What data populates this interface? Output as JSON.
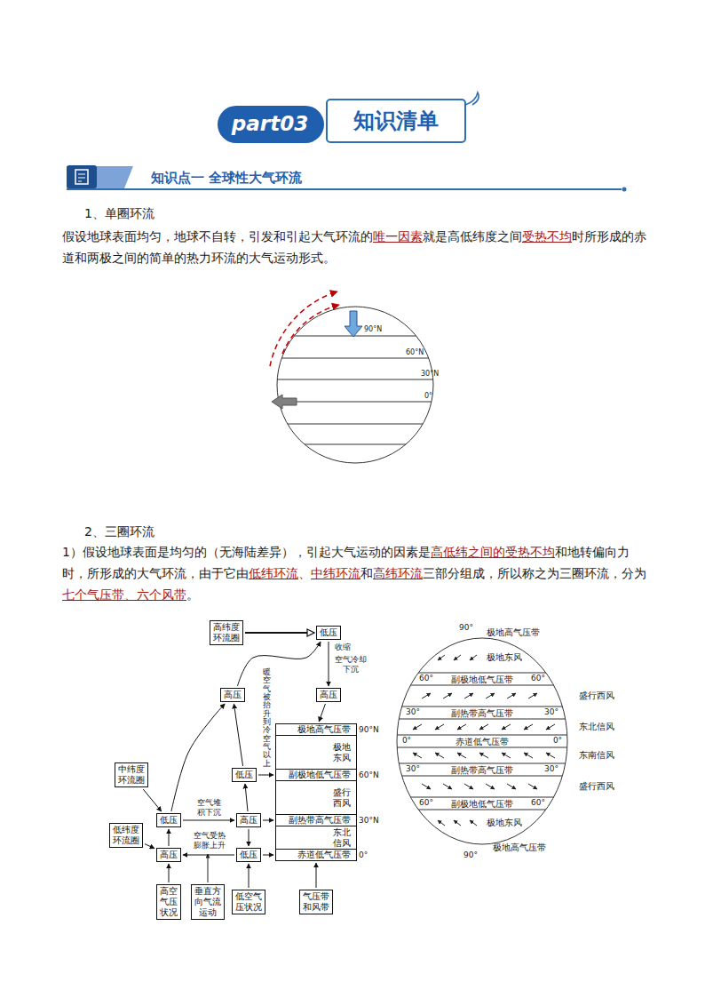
{
  "diagram": {
    "title": "知识清单",
    "nodes": [
      {
        "text": [
          "高纬度环流圈"
        ]
      },
      {
        "text": [
          "低压"
        ]
      },
      {
        "text": [
          "高压"
        ]
      },
      {
        "text": [
          "高压"
        ]
      },
      {
        "text": [
          "中纬度环流圈"
        ]
      },
      {
        "text": [
          "低压"
        ]
      },
      {
        "text": [
          "高压"
        ]
      },
      {
        "text": [
          "低压"
        ]
      },
      {
        "text": [
          "低纬度环流圈"
        ]
      },
      {
        "text": [
          "高压"
        ]
      },
      {
        "text": [
          "低压"
        ]
      },
      {
        "text": [
          "高空气压状况"
        ]
      },
      {
        "text": [
          "垂直方向气流运动"
        ]
      },
      {
        "text": [
          "低空气压状况"
        ]
      },
      {
        "text": [
          "气压带和风带"
        ]
      },
      {
        "text": [
          "极地高气压带"
        ]
      },
      {
        "text": [
          "极地东风"
        ]
      },
      {
        "text": [
          "副极地低气压带"
        ]
      },
      {
        "text": [
          "盛行西风"
        ]
      },
      {
        "text": [
          "副热带高气压带"
        ]
      },
      {
        "text": [
          "东北信风"
        ]
      },
      {
        "text": [
          "赤道低气压带"
        ]
      }
    ],
    "edges": [
      {
        "from": 0,
        "to": 1,
        "arrow": "to"
      },
      {
        "from": 1,
        "to": 2,
        "arrow": "to"
      },
      {
        "from": 3,
        "to": 1,
        "arrow": "to"
      },
      {
        "from": 7,
        "to": 3,
        "arrow": "to"
      },
      {
        "from": 4,
        "to": 5,
        "arrow": "to"
      },
      {
        "from": 5,
        "to": 3,
        "arrow": "to"
      },
      {
        "from": 5,
        "to": 6,
        "arrow": "to"
      },
      {
        "from": 6,
        "to": 7,
        "arrow": "to"
      },
      {
        "from": 8,
        "to": 9,
        "arrow": "to"
      },
      {
        "from": 9,
        "to": 5,
        "arrow": "to"
      },
      {
        "from": 10,
        "to": 9,
        "arrow": "to"
      },
      {
        "from": 6,
        "to": 10,
        "arrow": "to"
      },
      {
        "from": 11,
        "to": 9,
        "arrow": "to"
      },
      {
        "from": 13,
        "to": 10,
        "arrow": "to"
      },
      {
        "from": 14,
        "to": 21,
        "arrow": "to"
      },
      {
        "from": 2,
        "to": 15,
        "arrow": "to"
      },
      {
        "from": 7,
        "to": 17,
        "arrow": "to"
      },
      {
        "from": 6,
        "to": 19,
        "arrow": "to"
      },
      {
        "from": 10,
        "to": 21,
        "arrow": "to"
      }
    ],
    "labels": [
      "part03",
      "知识点一 全球性大气环流",
      "1、单圈环流",
      "假设地球表面均匀，地球不自转，引发和引起大气环流的",
      "唯一因素",
      "就是高低纬度之间",
      "受热不均",
      "时所形成的赤道和两极之间的简单的热力环流的大气运动形式。",
      "90°N",
      "60°N",
      "30°N",
      "0°",
      "2、三圈环流",
      "1）假设地球表面是均匀的（无海陆差异），引起大气运动的因素是",
      "高低纬之间的受热不均",
      "和地转偏向力时，所形成的大气环流，由于它由",
      "低纬环流",
      "、",
      "中纬环流",
      "和",
      "高纬环流",
      "三部分组成，所以称之为三圈环流，分为",
      "七个气压带、六个风带",
      "。",
      "收缩",
      "空气冷却下沉",
      "暖空气被抬升到冷空气以上",
      "空气堆积下沉",
      "空气受热膨胀上升",
      "90°N",
      "60°N",
      "30°N",
      "0°",
      "90°",
      "极地高气压带",
      "极地东风",
      "60°",
      "副极地低气压带",
      "60°",
      "盛行西风",
      "30°",
      "副热带高气压带",
      "30°",
      "东北信风",
      "0°",
      "赤道低气压带",
      "0°",
      "东南信风",
      "30°",
      "副热带高气压带",
      "30°",
      "盛行西风",
      "60°",
      "副极地低气压带",
      "60°",
      "极地东风",
      "极地高气压带",
      "90°"
    ]
  }
}
